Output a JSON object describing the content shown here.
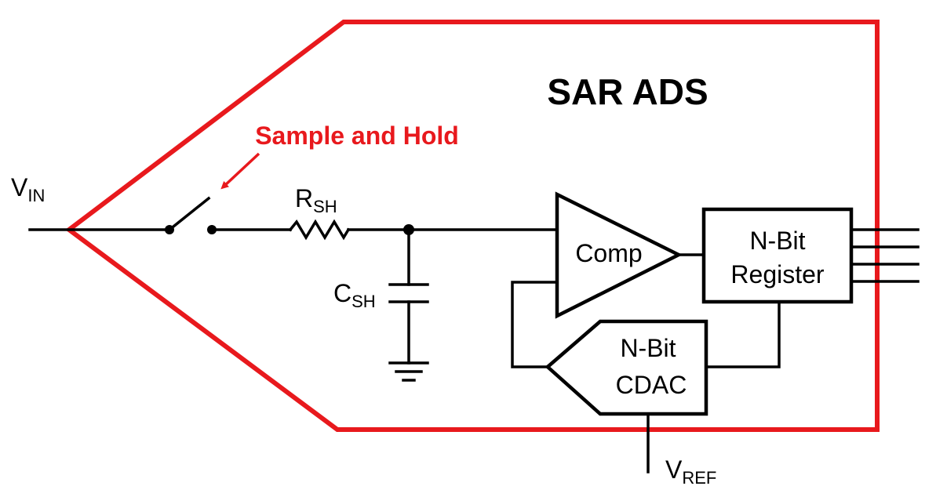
{
  "diagram": {
    "title": "SAR ADS",
    "callout": "Sample and Hold",
    "input": {
      "main": "V",
      "sub": "IN"
    },
    "resistor": {
      "main": "R",
      "sub": "SH"
    },
    "capacitor": {
      "main": "C",
      "sub": "SH"
    },
    "reference": {
      "main": "V",
      "sub": "REF"
    },
    "comparator": "Comp",
    "register": {
      "line1": "N-Bit",
      "line2": "Register"
    },
    "cdac": {
      "line1": "N-Bit",
      "line2": "CDAC"
    }
  },
  "colors": {
    "boundary": "#e8191d",
    "wires": "#000000",
    "callout": "#e8191d"
  }
}
